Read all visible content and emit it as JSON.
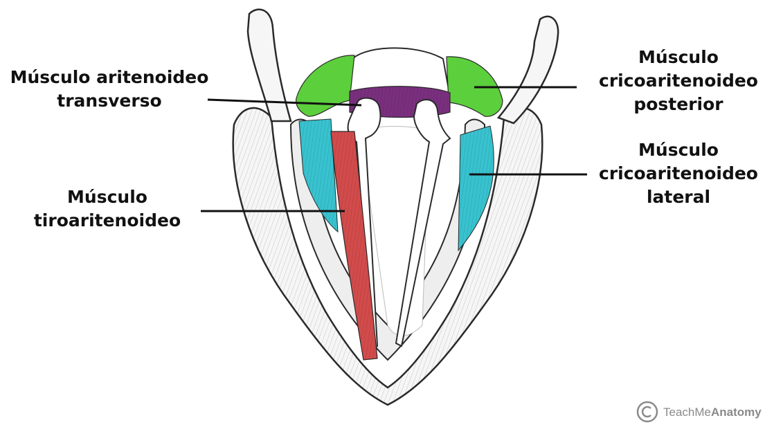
{
  "labels": {
    "transverse_arytenoid": [
      "Músculo aritenoideo",
      "transverso"
    ],
    "thyroarytenoid": [
      "Músculo",
      "tiroaritenoideo"
    ],
    "posterior_cricoarytenoid": [
      "Músculo",
      "cricoaritenoideo",
      "posterior"
    ],
    "lateral_cricoarytenoid": [
      "Músculo",
      "cricoaritenoideo",
      "lateral"
    ]
  },
  "watermark": {
    "prefix": "TeachMe",
    "suffix": "Anatomy"
  },
  "colors": {
    "transverse_arytenoid": "#7a2f7e",
    "thyroarytenoid": "#d24b4b",
    "posterior_cricoarytenoid": "#5ccf3c",
    "lateral_cricoarytenoid": "#38c2cf",
    "outline": "#2a2a2a"
  },
  "icons": {
    "watermark_logo": "copyright-c-icon"
  }
}
